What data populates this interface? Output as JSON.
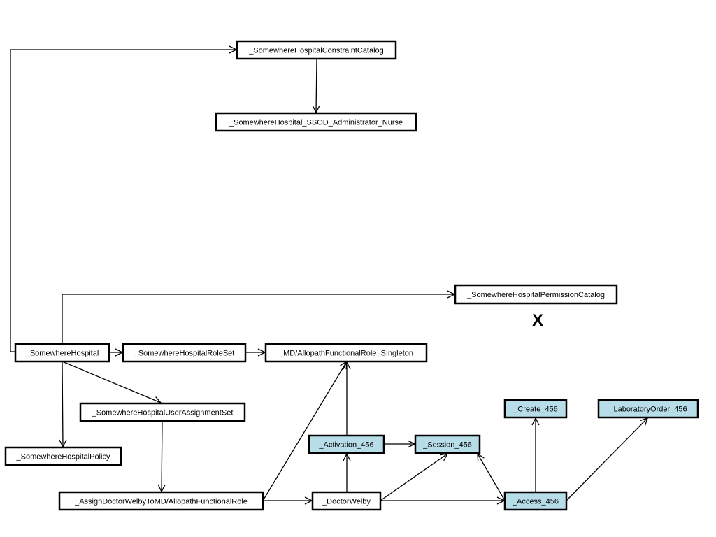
{
  "colors": {
    "plain": "#ffffff",
    "highlight": "#b7dde8",
    "border": "#000000"
  },
  "nodes": [
    {
      "id": "constraint_catalog",
      "label": "_SomewhereHospitalConstraintCatalog",
      "highlight": false
    },
    {
      "id": "ssod_admin_nurse",
      "label": "_SomewhereHospital_SSOD_Administrator_Nurse",
      "highlight": false
    },
    {
      "id": "permission_catalog",
      "label": "_SomewhereHospitalPermissionCatalog",
      "highlight": false
    },
    {
      "id": "somewhere_hospital",
      "label": "_SomewhereHospital",
      "highlight": false
    },
    {
      "id": "role_set",
      "label": "_SomewhereHospitalRoleSet",
      "highlight": false
    },
    {
      "id": "md_role",
      "label": "_MD/AllopathFunctionalRole_SIngleton",
      "highlight": false
    },
    {
      "id": "user_assignment_set",
      "label": "_SomewhereHospitalUserAssignmentSet",
      "highlight": false
    },
    {
      "id": "policy",
      "label": "_SomewhereHospitalPolicy",
      "highlight": false
    },
    {
      "id": "assign_doctor",
      "label": "_AssignDoctorWelbyToMD/AllopathFunctionalRole",
      "highlight": false
    },
    {
      "id": "doctor_welby",
      "label": "_DoctorWelby",
      "highlight": false
    },
    {
      "id": "activation",
      "label": "_Activation_456",
      "highlight": true
    },
    {
      "id": "session",
      "label": "_Session_456",
      "highlight": true
    },
    {
      "id": "create",
      "label": "_Create_456",
      "highlight": true
    },
    {
      "id": "lab_order",
      "label": "_LaboratoryOrder_456",
      "highlight": true
    },
    {
      "id": "access",
      "label": "_Access_456",
      "highlight": true
    }
  ],
  "annotations": {
    "permission_mark": "X"
  },
  "edges": [
    {
      "from": "somewhere_hospital",
      "to": "constraint_catalog"
    },
    {
      "from": "constraint_catalog",
      "to": "ssod_admin_nurse"
    },
    {
      "from": "somewhere_hospital",
      "to": "permission_catalog"
    },
    {
      "from": "somewhere_hospital",
      "to": "role_set"
    },
    {
      "from": "role_set",
      "to": "md_role"
    },
    {
      "from": "somewhere_hospital",
      "to": "user_assignment_set"
    },
    {
      "from": "somewhere_hospital",
      "to": "policy"
    },
    {
      "from": "user_assignment_set",
      "to": "assign_doctor"
    },
    {
      "from": "assign_doctor",
      "to": "md_role"
    },
    {
      "from": "assign_doctor",
      "to": "doctor_welby"
    },
    {
      "from": "doctor_welby",
      "to": "activation"
    },
    {
      "from": "activation",
      "to": "md_role"
    },
    {
      "from": "activation",
      "to": "session"
    },
    {
      "from": "doctor_welby",
      "to": "session"
    },
    {
      "from": "doctor_welby",
      "to": "access"
    },
    {
      "from": "access",
      "to": "session"
    },
    {
      "from": "access",
      "to": "create"
    },
    {
      "from": "access",
      "to": "lab_order"
    }
  ]
}
